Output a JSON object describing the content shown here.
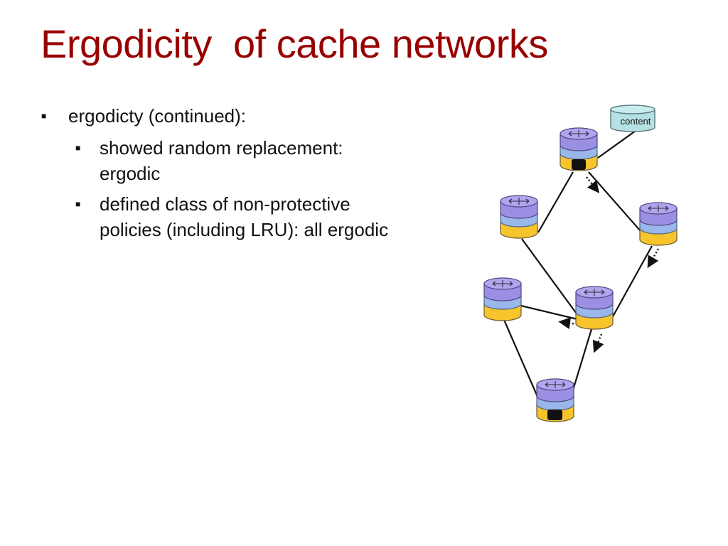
{
  "title": "Ergodicity  of cache networks",
  "bullets": [
    {
      "text": "ergodicty (continued):",
      "sub": [
        "showed random replacement: ergodic",
        "defined class of non-protective policies (including LRU): all ergodic"
      ]
    }
  ],
  "diagram": {
    "content_label": "content",
    "colors": {
      "router_top": "#9B8FE3",
      "router_band": "#9AB7EB",
      "router_base": "#F7C42B",
      "content_store": "#B6E1E4",
      "request_marker": "#111111"
    }
  }
}
